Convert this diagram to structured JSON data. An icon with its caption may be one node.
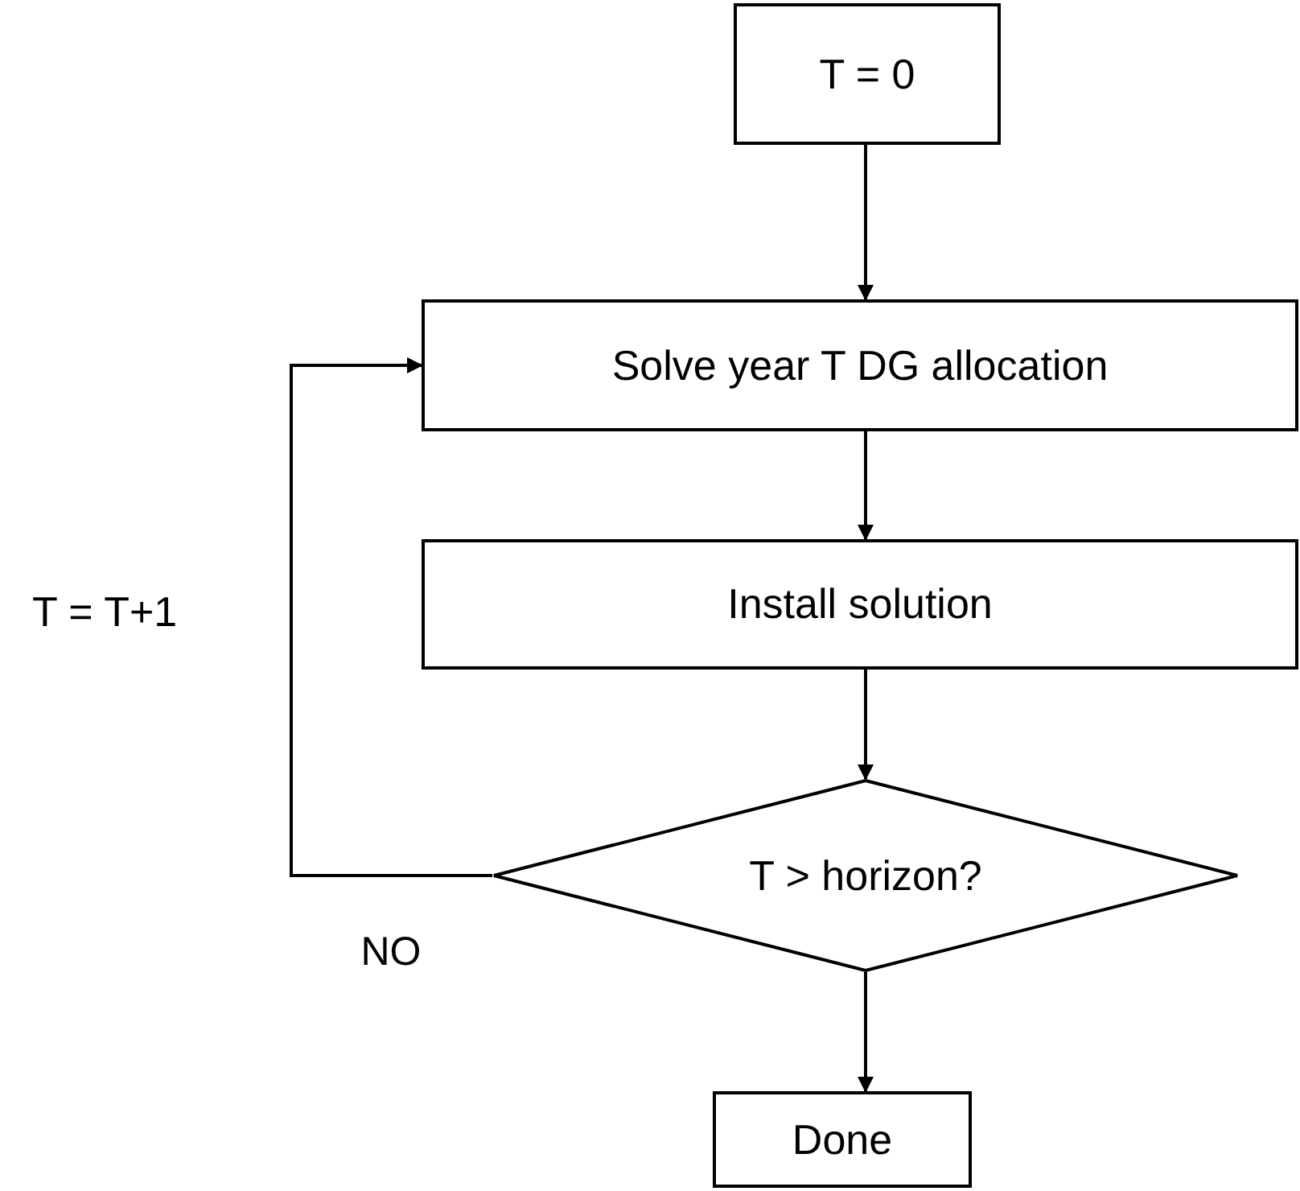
{
  "diagram": {
    "nodes": [
      {
        "text": [
          "T = 0"
        ]
      },
      {
        "text": [
          "Solve year T DG allocation"
        ]
      },
      {
        "text": [
          "Install solution"
        ]
      },
      {
        "text": [
          "T > horizon?"
        ]
      },
      {
        "text": [
          "Done"
        ]
      }
    ],
    "edges": [
      {
        "from": 0,
        "to": 1,
        "arrow": "to"
      },
      {
        "from": 1,
        "to": 2,
        "arrow": "to"
      },
      {
        "from": 2,
        "to": 3,
        "arrow": "to"
      },
      {
        "from": 3,
        "to": 4,
        "arrow": "to"
      },
      {
        "from": 3,
        "to": 1,
        "arrow": "to",
        "label": "NO"
      }
    ],
    "labels": [
      "T = T+1"
    ]
  }
}
